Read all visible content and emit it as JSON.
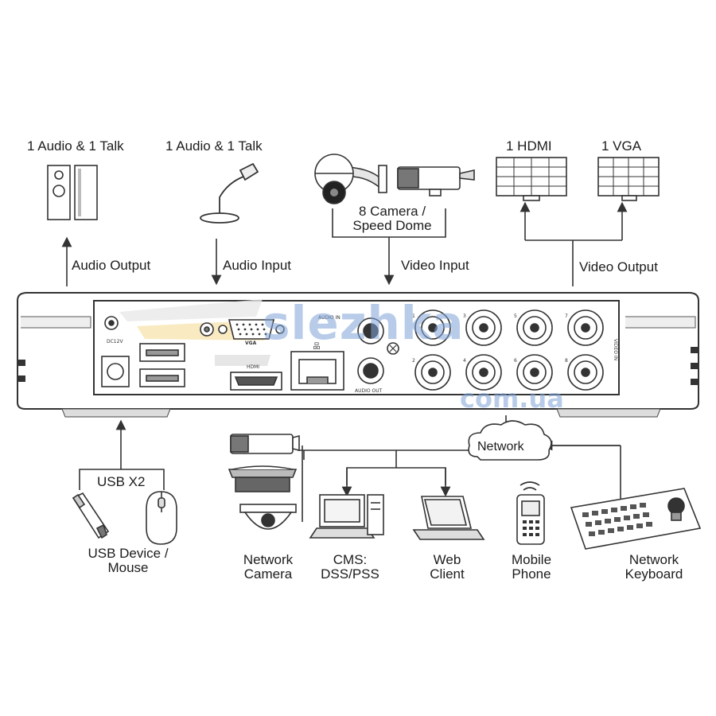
{
  "top": {
    "speaker_label": "1 Audio  & 1 Talk",
    "mic_label": "1 Audio & 1 Talk",
    "camera_label_line1": "8 Camera /",
    "camera_label_line2": "Speed Dome",
    "hdmi_label": "1 HDMI",
    "vga_label": "1 VGA",
    "audio_output": "Audio  Output",
    "audio_input": "Audio  Input",
    "video_input": "Video Input",
    "video_output": "Video Output"
  },
  "panel": {
    "dc_label": "DC12V",
    "vga_port_label": "VGA",
    "hdmi_port_label": "HDMI",
    "audio_in_label": "AUDIO IN",
    "audio_out_label": "AUDIO OUT",
    "video_in_label": "VIDEO IN",
    "channel_numbers": [
      "1",
      "2",
      "3",
      "4",
      "5",
      "6",
      "7",
      "8"
    ]
  },
  "watermark": {
    "line1": "slezhka",
    "line2": "com.ua"
  },
  "bottom": {
    "usb_label": "USB X2",
    "usb_device_line1": "USB Device /",
    "usb_device_line2": "Mouse",
    "network_cloud": "Network",
    "network_camera_line1": "Network",
    "network_camera_line2": "Camera",
    "cms_line1": "CMS:",
    "cms_line2": "DSS/PSS",
    "web_line1": "Web",
    "web_line2": "Client",
    "mobile_line1": "Mobile",
    "mobile_line2": "Phone",
    "keyboard_line1": "Network",
    "keyboard_line2": "Keyboard"
  }
}
